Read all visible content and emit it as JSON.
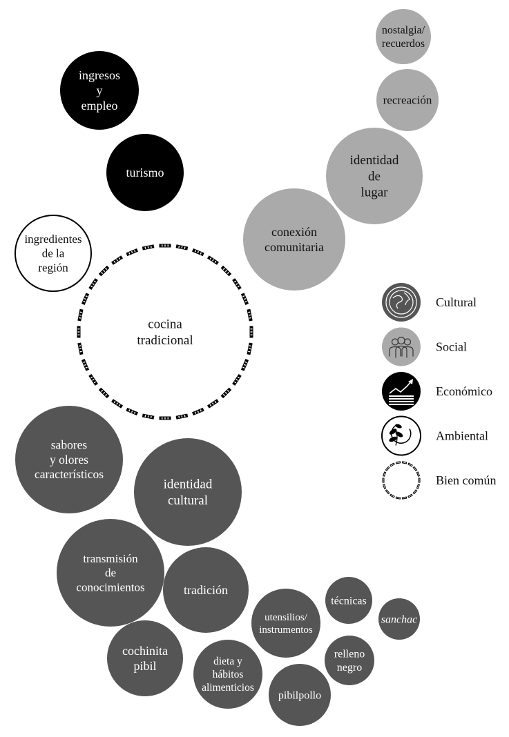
{
  "colors": {
    "cultural": "#555555",
    "social": "#aaaaaa",
    "economico": "#000000",
    "ambiental": "#ffffff",
    "text_light": "#ffffff",
    "text_dark": "#111111",
    "outline": "#000000"
  },
  "center": {
    "lines": [
      "cocina",
      "tradicional"
    ],
    "category": "bien_comun"
  },
  "bubbles": [
    {
      "id": "nostalgia",
      "category": "social",
      "lines": [
        "nostalgia/",
        "recuerdos"
      ]
    },
    {
      "id": "recreacion",
      "category": "social",
      "lines": [
        "recreación"
      ]
    },
    {
      "id": "identidad-lugar",
      "category": "social",
      "lines": [
        "identidad",
        "de",
        "lugar"
      ]
    },
    {
      "id": "conexion",
      "category": "social",
      "lines": [
        "conexión",
        "comunitaria"
      ]
    },
    {
      "id": "ingresos",
      "category": "economico",
      "lines": [
        "ingresos",
        "y",
        "empleo"
      ]
    },
    {
      "id": "turismo",
      "category": "economico",
      "lines": [
        "turismo"
      ]
    },
    {
      "id": "ingredientes",
      "category": "ambiental",
      "lines": [
        "ingredientes",
        "de la",
        "región"
      ]
    },
    {
      "id": "sabores",
      "category": "cultural",
      "lines": [
        "sabores",
        "y olores",
        "característicos"
      ]
    },
    {
      "id": "identidad-cultural",
      "category": "cultural",
      "lines": [
        "identidad",
        "cultural"
      ]
    },
    {
      "id": "transmision",
      "category": "cultural",
      "lines": [
        "transmisión",
        "de",
        "conocimientos"
      ]
    },
    {
      "id": "tradicion",
      "category": "cultural",
      "lines": [
        "tradición"
      ]
    },
    {
      "id": "cochinita",
      "category": "cultural",
      "lines": [
        "cochinita",
        "pibil"
      ]
    },
    {
      "id": "dieta",
      "category": "cultural",
      "lines": [
        "dieta y",
        "hábitos",
        "alimenticios"
      ]
    },
    {
      "id": "utensilios",
      "category": "cultural",
      "lines": [
        "utensilios/",
        "instrumentos"
      ]
    },
    {
      "id": "tecnicas",
      "category": "cultural",
      "lines": [
        "técnicas"
      ]
    },
    {
      "id": "sanchac",
      "category": "cultural",
      "lines": [
        "sanchac"
      ],
      "italic": true
    },
    {
      "id": "relleno",
      "category": "cultural",
      "lines": [
        "relleno",
        "negro"
      ]
    },
    {
      "id": "pibilpollo",
      "category": "cultural",
      "lines": [
        "pibilpollo"
      ]
    }
  ],
  "legend": [
    {
      "category": "cultural",
      "label": "Cultural",
      "icon": "globe-icon"
    },
    {
      "category": "social",
      "label": "Social",
      "icon": "people-icon"
    },
    {
      "category": "economico",
      "label": "Económico",
      "icon": "growth-chart-icon"
    },
    {
      "category": "ambiental",
      "label": "Ambiental",
      "icon": "leaf-icon"
    },
    {
      "category": "bien_comun",
      "label": "Bien común",
      "icon": "dashed-ring-icon"
    }
  ]
}
